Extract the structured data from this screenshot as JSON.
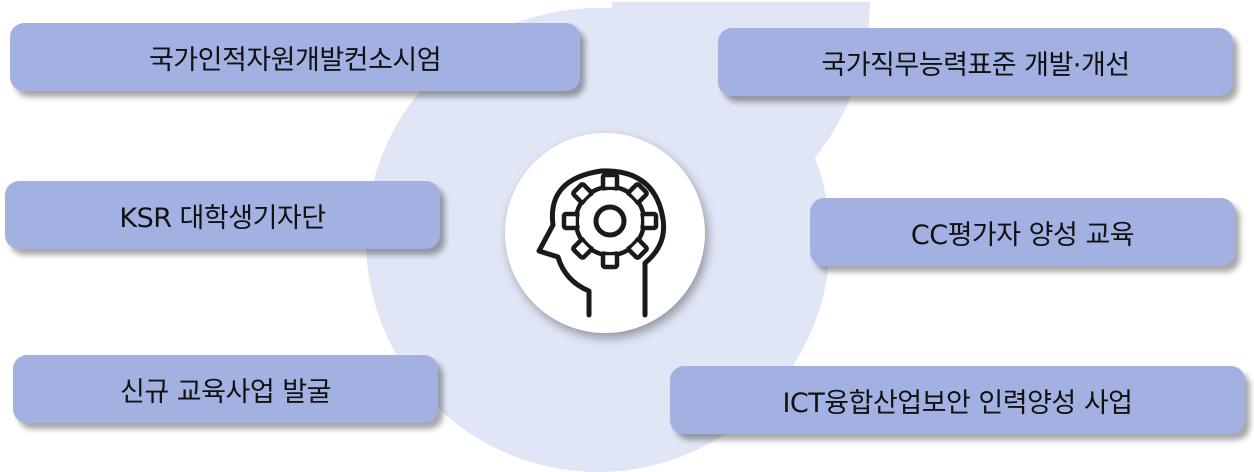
{
  "icons": {
    "center": "head-gear-icon"
  },
  "colors": {
    "box_fill": "#a3b1e2",
    "background_shape": "#e0e6f6",
    "text": "#111111",
    "icon_stroke": "#1a1a1a"
  },
  "items": [
    {
      "label": "국가인적자원개발컨소시엄"
    },
    {
      "label": "국가직무능력표준 개발·개선"
    },
    {
      "label": "KSR 대학생기자단"
    },
    {
      "label": "CC평가자 양성 교육"
    },
    {
      "label": "신규 교육사업 발굴"
    },
    {
      "label": "ICT융합산업보안 인력양성 사업"
    }
  ]
}
